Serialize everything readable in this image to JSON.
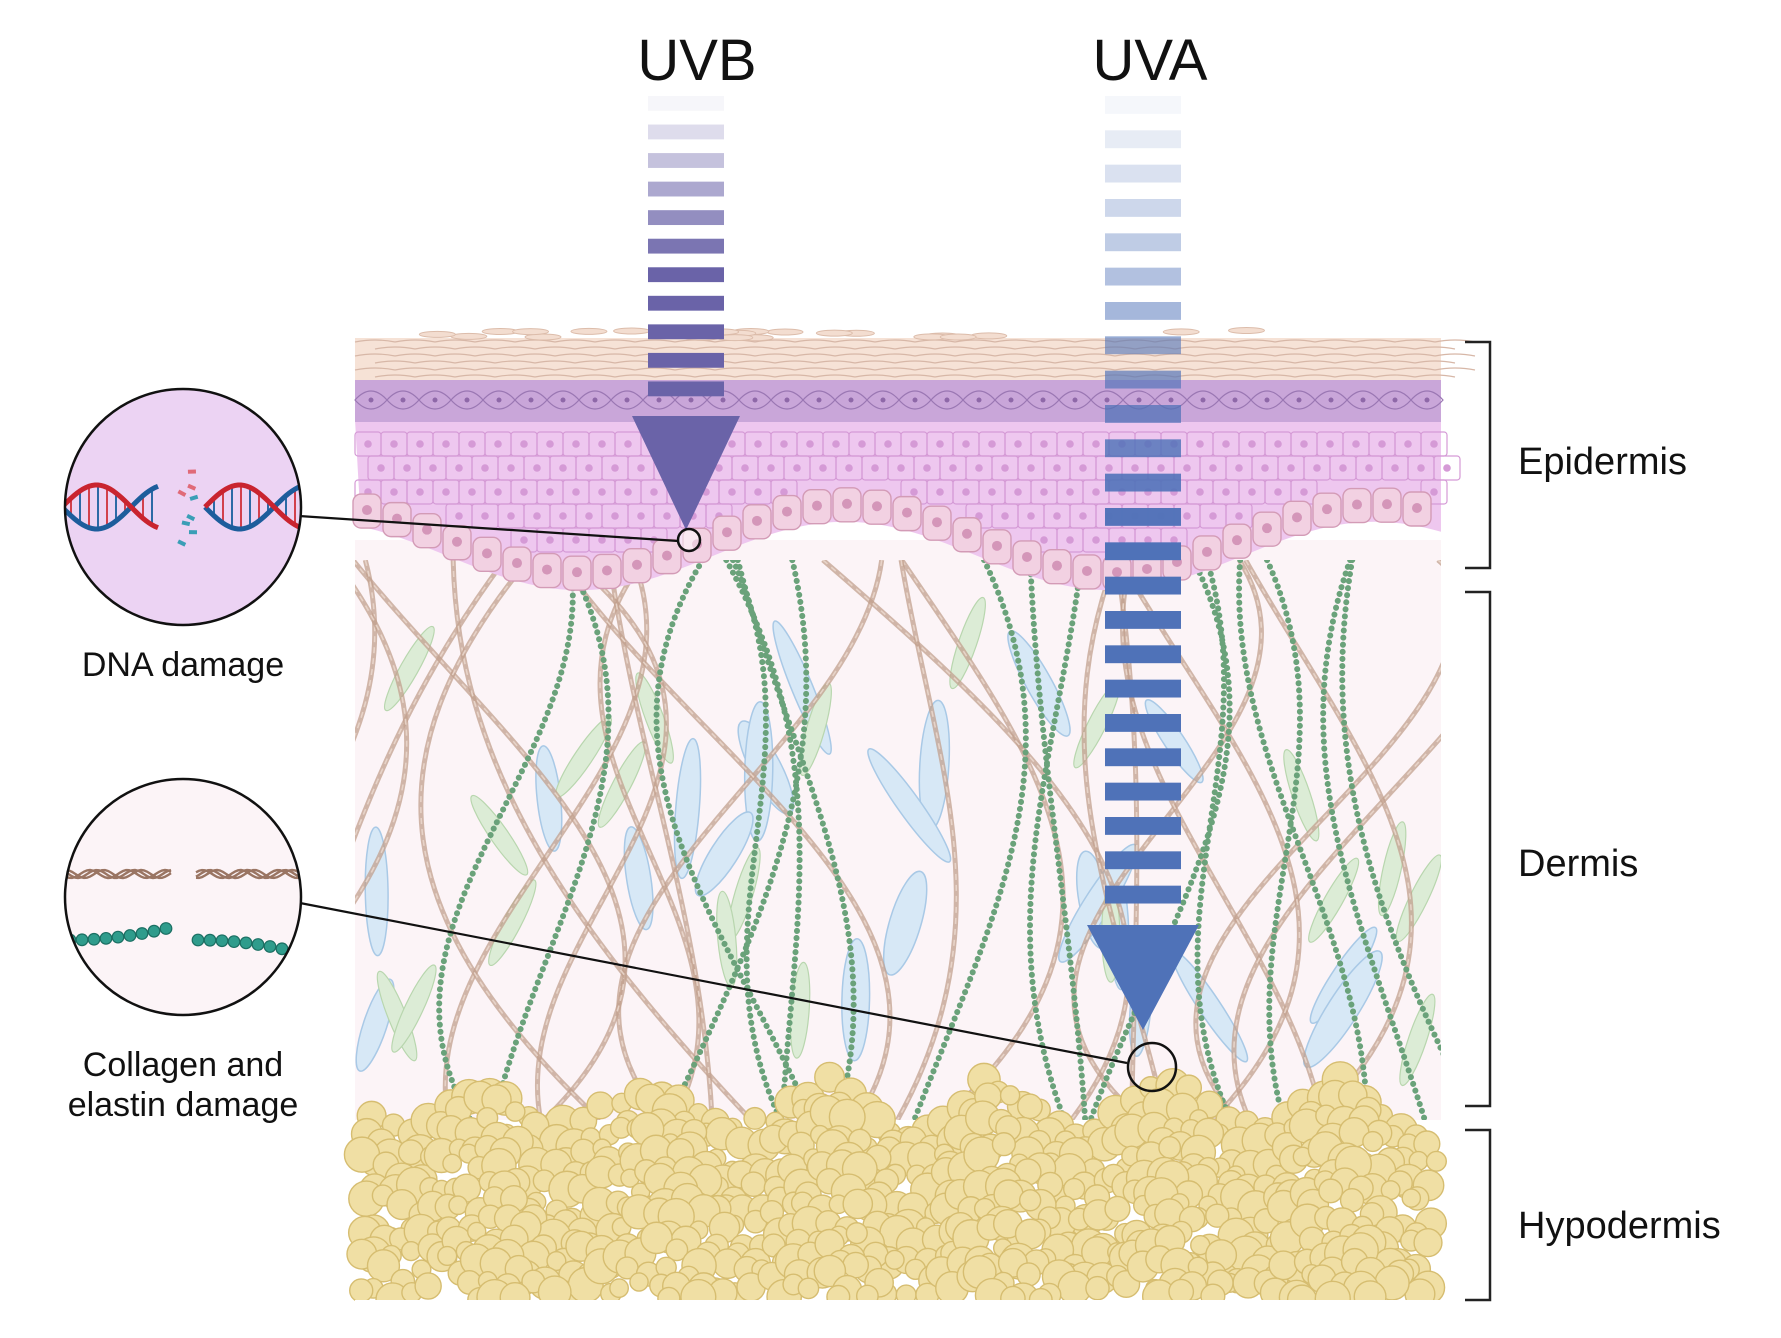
{
  "rays": {
    "uvb": {
      "label": "UVB",
      "color": "#6a63a8"
    },
    "uva": {
      "label": "UVA",
      "color": "#4f72b8"
    }
  },
  "layers": {
    "epidermis": "Epidermis",
    "dermis": "Dermis",
    "hypodermis": "Hypodermis"
  },
  "callouts": {
    "dna": {
      "label": "DNA damage"
    },
    "collagen": {
      "line1": "Collagen and",
      "line2": "elastin damage"
    }
  },
  "colors": {
    "stratum_corneum": "#f6e2d6",
    "granular": "#c9a6d9",
    "spinous": "#eec7ef",
    "basal": "#f2d1e2",
    "dermis_bg": "#fcf4f7",
    "collagen": "#c2a08e",
    "elastin": "#6aa27a",
    "fat": "#f0dfa4",
    "fat_stroke": "#d6bd70"
  }
}
